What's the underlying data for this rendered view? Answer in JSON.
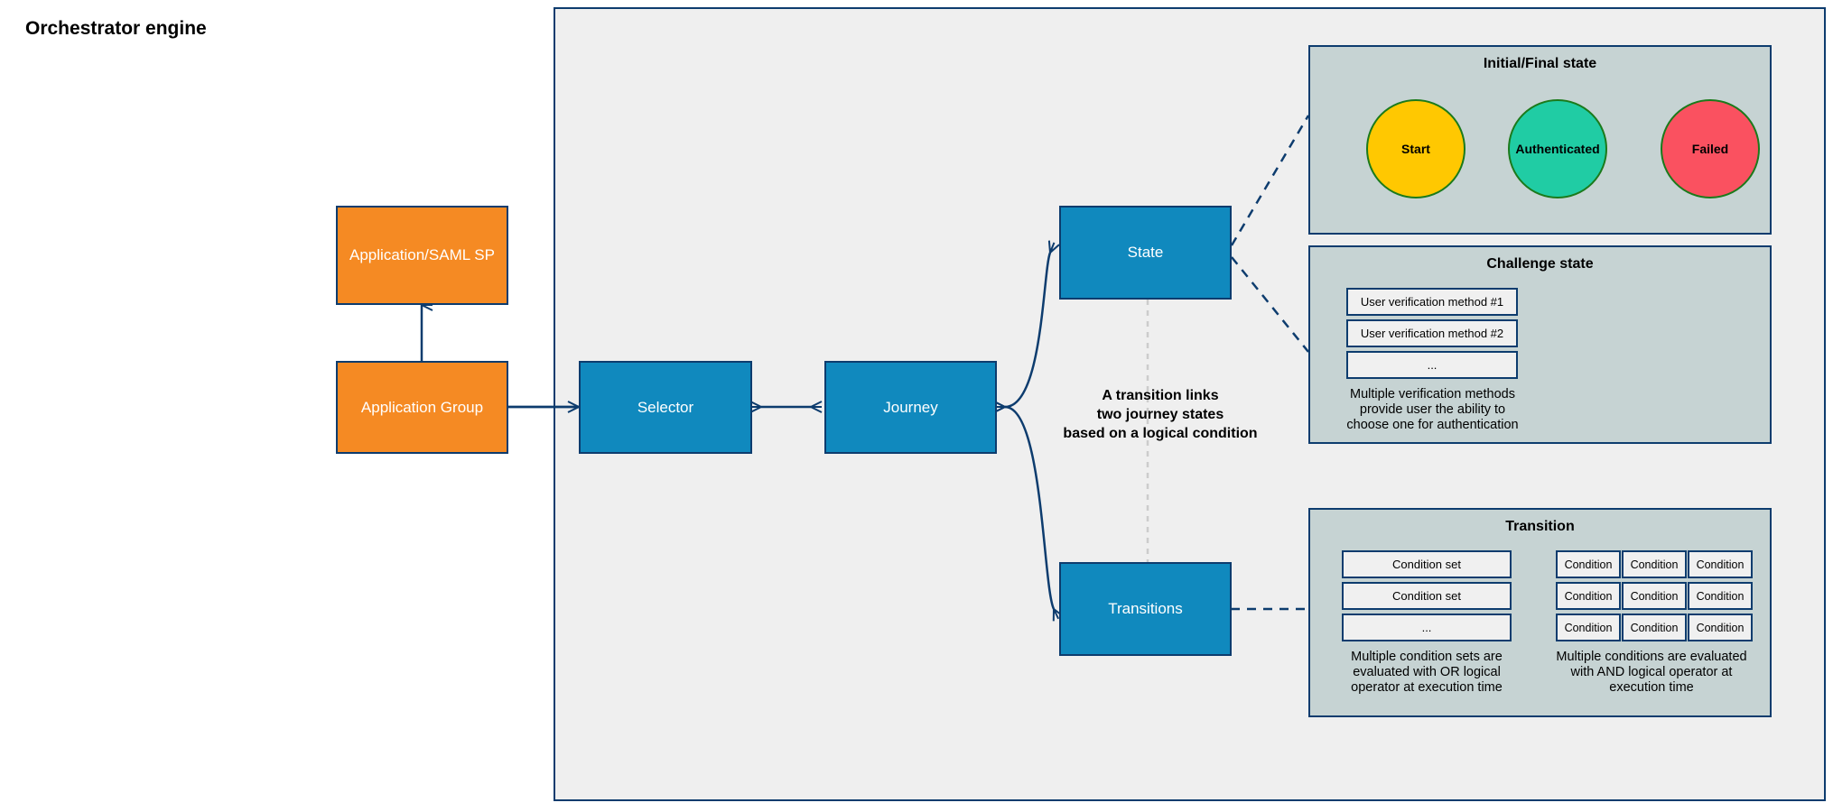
{
  "diagram": {
    "title": "Orchestrator engine"
  },
  "entities": {
    "application_saml_sp": "Application/SAML SP",
    "application_group": "Application Group",
    "selector": "Selector",
    "journey": "Journey",
    "state": "State",
    "transitions": "Transitions"
  },
  "annotation": {
    "line1": "A transition links",
    "line2": "two journey states",
    "line3": "based on a logical condition"
  },
  "panels": {
    "initial_final_state": {
      "title": "Initial/Final state",
      "circles": [
        {
          "label": "Start",
          "color": "#FFC801"
        },
        {
          "label": "Authenticated",
          "color": "#20CCA4"
        },
        {
          "label": "Failed",
          "color": "#FA5160"
        }
      ],
      "circle_border_color": "#1B7A1B"
    },
    "challenge_state": {
      "title": "Challenge state",
      "items": [
        "User verification method #1",
        "User verification method #2",
        "..."
      ],
      "caption": [
        "Multiple verification methods",
        "provide user the ability to",
        "choose one for authentication"
      ]
    },
    "transition": {
      "title": "Transition",
      "condition_sets": [
        "Condition set",
        "Condition set",
        "..."
      ],
      "condition_grid": [
        [
          "Condition",
          "Condition",
          "Condition"
        ],
        [
          "Condition",
          "Condition",
          "Condition"
        ],
        [
          "Condition",
          "Condition",
          "Condition"
        ]
      ],
      "caption_left": [
        "Multiple condition sets are",
        "evaluated with OR logical",
        "operator at execution time"
      ],
      "caption_right": [
        "Multiple conditions are evaluated",
        "with AND logical operator at",
        "execution time"
      ]
    }
  },
  "colors": {
    "orange_fill": "#F58A23",
    "blue_fill": "#1089BE",
    "navy_stroke": "#0D3C6E",
    "panel_fill": "#C6D3D3",
    "canvas_fill": "#EFEFEF",
    "chip_fill": "#F0F0F0",
    "dashed_gray": "#CCCCCC"
  }
}
